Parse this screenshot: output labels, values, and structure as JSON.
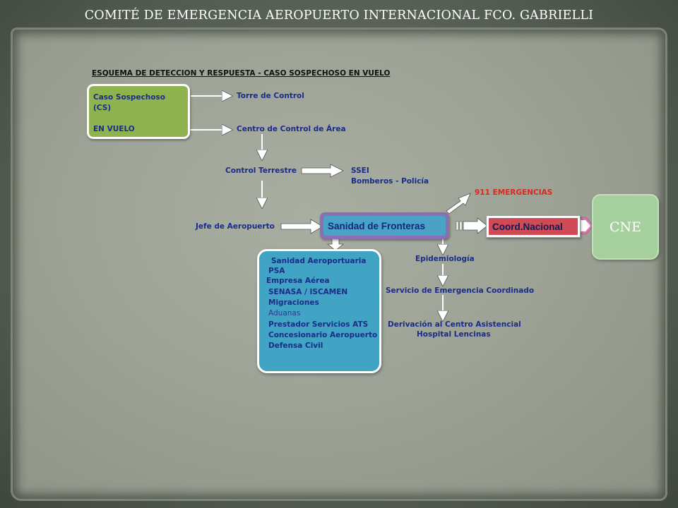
{
  "slide": {
    "title": "COMITÉ DE EMERGENCIA AEROPUERTO INTERNACIONAL FCO. GABRIELLI"
  },
  "diagram": {
    "heading": "ESQUEMA  DE  DETECCION  Y RESPUESTA  - CASO SOSPECHOSO  EN  VUELO",
    "source_box": {
      "line1": "Caso Sospechoso",
      "line2": "(CS)",
      "line3": "EN VUELO"
    },
    "torre": "Torre de Control",
    "centro": "Centro de Control de Área",
    "control_terrestre": "Control Terrestre",
    "ssei": "SSEI",
    "bomberos": "Bomberos  - Policía",
    "emergencias": "911 EMERGENCIAS",
    "jefe": "Jefe de Aeropuerto",
    "sanidad": "Sanidad de Fronteras",
    "coord": "Coord.Nacional",
    "cne": "CNE",
    "epidemiologia": "Epidemiología",
    "servicio": "Servicio de Emergencia Coordinado",
    "derivacion": "Derivación al Centro Asistencial",
    "hospital": "Hospital Lencinas",
    "agencies": [
      "Sanidad Aeroportuaria",
      "PSA",
      "Empresa Aérea",
      "SENASA  / ISCAMEN",
      "Migraciones",
      "Aduanas",
      "Prestador Servicios ATS",
      "Concesionario  Aeropuerto",
      "Defensa Civil"
    ]
  },
  "colors": {
    "text_blue": "#1a2c88",
    "green_box": "#8fb34e",
    "blue_box": "#41a4c5",
    "sanidad_frame": "#8a70b3",
    "coord_red": "#cf4a55",
    "cne_green": "#a6cf9e",
    "emergency_red": "#e0261c"
  }
}
